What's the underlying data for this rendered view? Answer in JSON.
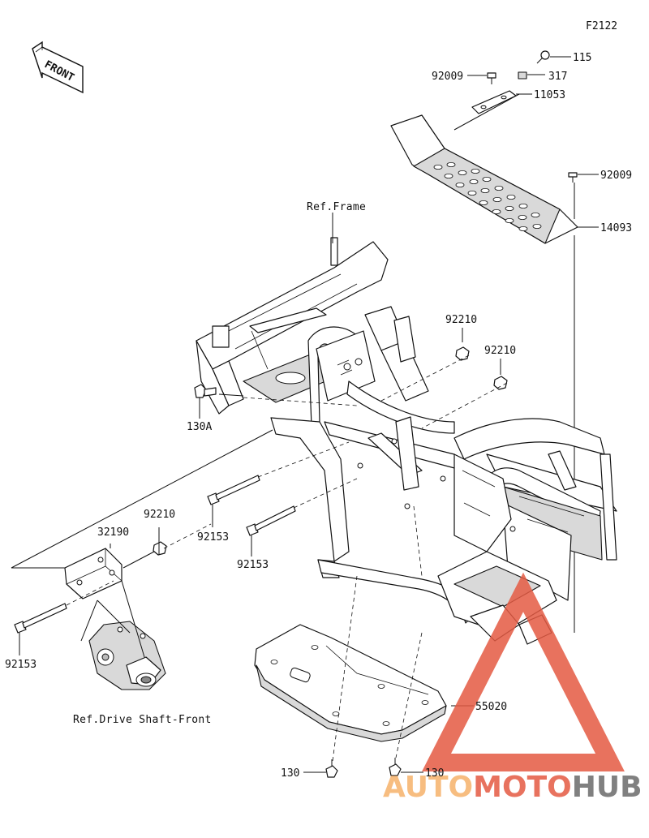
{
  "diagram_code": "F2122",
  "front_badge": "FRONT",
  "refs": {
    "frame": "Ref.Frame",
    "drive_shaft": "Ref.Drive Shaft-Front"
  },
  "parts": [
    {
      "key": "p115",
      "number": "115"
    },
    {
      "key": "p317",
      "number": "317"
    },
    {
      "key": "p92009a",
      "number": "92009"
    },
    {
      "key": "p11053",
      "number": "11053"
    },
    {
      "key": "p92009b",
      "number": "92009"
    },
    {
      "key": "p14093",
      "number": "14093"
    },
    {
      "key": "p92210a",
      "number": "92210"
    },
    {
      "key": "p92210b",
      "number": "92210"
    },
    {
      "key": "p130A",
      "number": "130A"
    },
    {
      "key": "p92210c",
      "number": "92210"
    },
    {
      "key": "p32190",
      "number": "32190"
    },
    {
      "key": "p92153a",
      "number": "92153"
    },
    {
      "key": "p92153b",
      "number": "92153"
    },
    {
      "key": "p92153c",
      "number": "92153"
    },
    {
      "key": "p55020",
      "number": "55020"
    },
    {
      "key": "p130a",
      "number": "130"
    },
    {
      "key": "p130b",
      "number": "130"
    }
  ],
  "watermark": {
    "part1": "AUTO",
    "part2": "MOTO",
    "part3": "HUB",
    "color_auto": "#f6b26b",
    "color_moto": "#e45a43",
    "color_hub": "#6b6b6b"
  }
}
